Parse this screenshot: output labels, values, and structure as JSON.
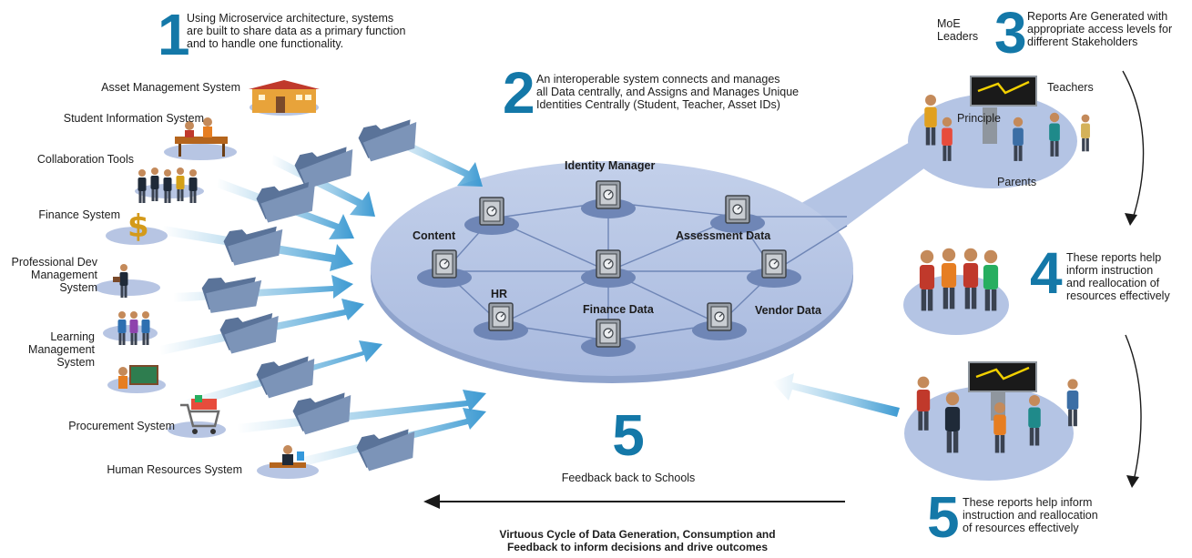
{
  "steps": {
    "s1": {
      "number": "1",
      "text": "Using Microservice architecture, systems\nare built to share data as a primary function\nand to handle one functionality."
    },
    "s2": {
      "number": "2",
      "text": "An interoperable system connects and manages\nall Data centrally, and Assigns and Manages Unique\nIdentities Centrally (Student, Teacher, Asset IDs)"
    },
    "s3": {
      "number": "3",
      "text": "Reports Are Generated with\nappropriate access levels for\ndifferent Stakeholders"
    },
    "s4": {
      "number": "4",
      "text": "These reports help\ninform instruction\nand reallocation of\nresources effectively"
    },
    "s5a": {
      "number": "5",
      "text": "Feedback back to Schools"
    },
    "s5b": {
      "number": "5",
      "text": "These reports help inform\ninstruction and reallocation\nof resources effectively"
    }
  },
  "systems": [
    "Asset Management System",
    "Student Information System",
    "Collaboration Tools",
    "Finance System",
    "Professional Dev\nManagement\nSystem",
    "Learning\nManagement\nSystem",
    "Procurement System",
    "Human Resources System"
  ],
  "hub_nodes": {
    "identity": "Identity Manager",
    "content": "Content",
    "assessment": "Assessment Data",
    "hr": "HR",
    "finance": "Finance Data",
    "vendor": "Vendor Data"
  },
  "stakeholders": {
    "moe": "MoE\nLeaders",
    "teachers": "Teachers",
    "principle": "Principle",
    "parents": "Parents"
  },
  "footer": "Virtuous Cycle of Data Generation, Consumption and\nFeedback to inform decisions and drive outcomes",
  "colors": {
    "accent": "#1478a8",
    "platform": "#b4c4e4",
    "platform_edge": "#8fa3cc",
    "folder": "#5a7399",
    "arrow": "#4ba3d6"
  }
}
